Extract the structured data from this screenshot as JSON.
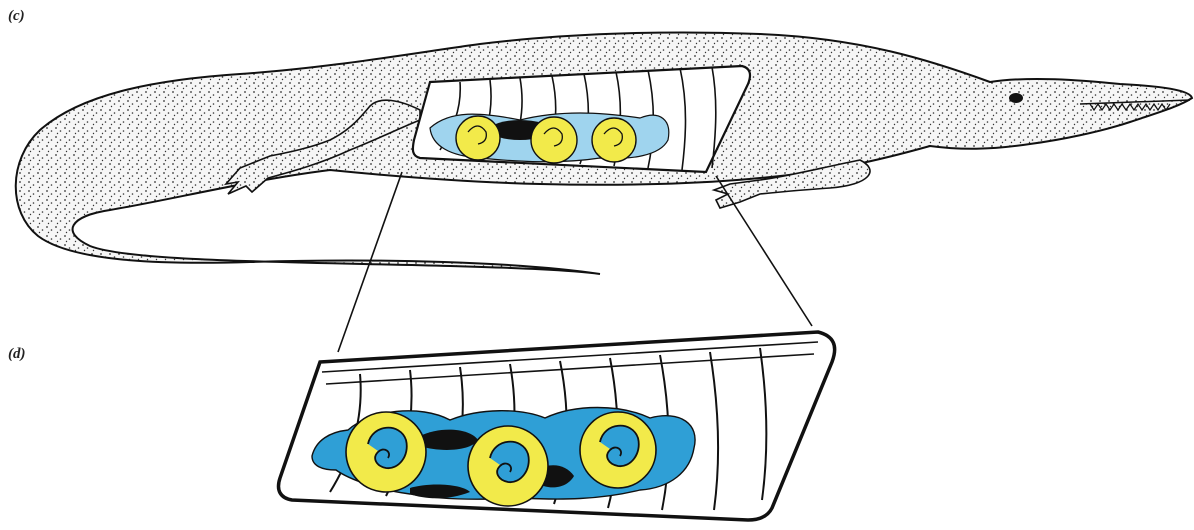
{
  "figure": {
    "panel_labels": {
      "c": "(c)",
      "d": "(d)"
    },
    "colors": {
      "outline": "#111111",
      "skin_fill": "#f4f4f4",
      "stipple": "#333333",
      "amnion_blue": "#2f9fd6",
      "amnion_blue_light": "#9fd4ee",
      "yolk_yellow": "#f2ea4a",
      "dark_mass": "#111111"
    },
    "icons": [
      "reptile-silhouette",
      "embryo-icon",
      "rib-cage"
    ]
  }
}
